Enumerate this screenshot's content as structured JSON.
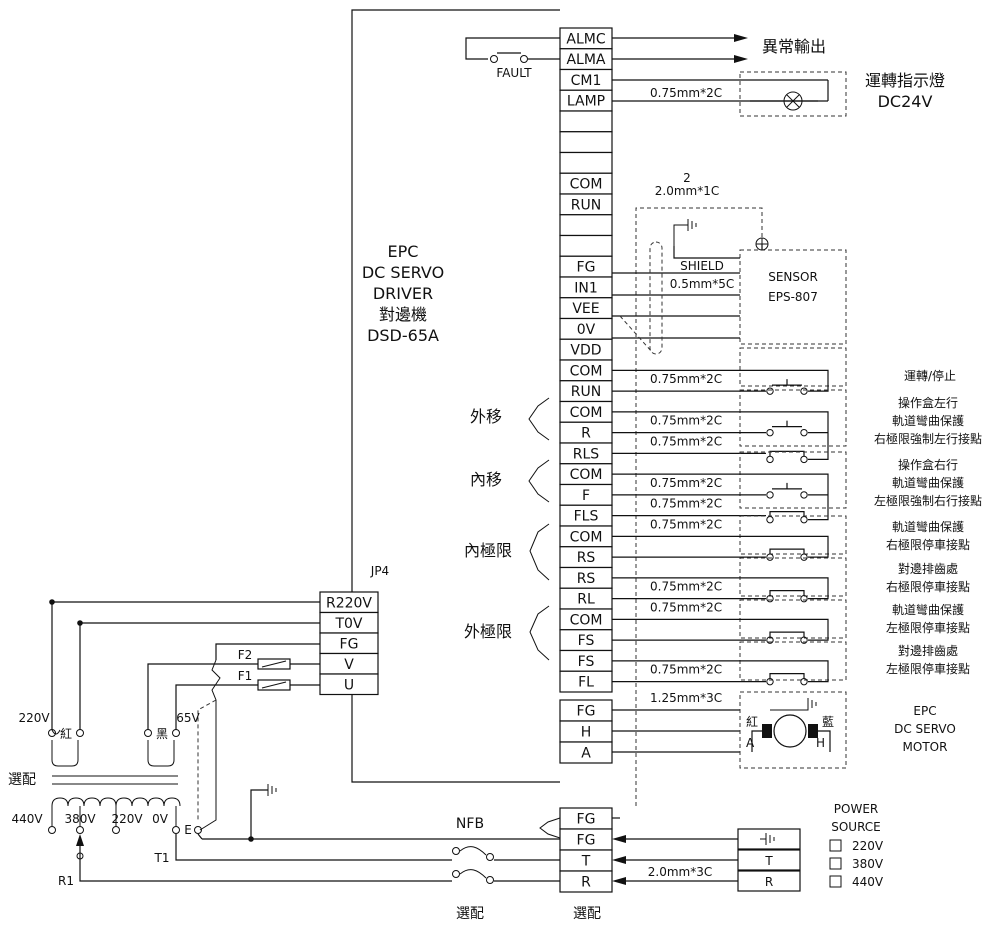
{
  "driver": {
    "lines": [
      "EPC",
      "DC SERVO",
      "DRIVER",
      "對邊機",
      "DSD-65A"
    ],
    "jp4_label": "JP4"
  },
  "terminal_strip_top": [
    "ALMC",
    "ALMA",
    "CM1",
    "LAMP",
    "",
    "",
    "",
    "COM",
    "RUN",
    "",
    "",
    "FG",
    "IN1",
    "VEE",
    "0V",
    "VDD",
    "COM",
    "RUN",
    "COM",
    "R",
    "RLS",
    "COM",
    "F",
    "FLS",
    "COM",
    "RS",
    "RS",
    "RL",
    "COM",
    "FS",
    "FS",
    "FL"
  ],
  "terminal_strip_motor": [
    "FG",
    "H",
    "A"
  ],
  "terminal_strip_power": [
    "FG",
    "FG",
    "T",
    "R"
  ],
  "jp4_terminals": [
    "R220V",
    "T0V",
    "FG",
    "V",
    "U"
  ],
  "labels": {
    "abnormal_output": "異常輸出",
    "fault": "FAULT",
    "lamp_title": "運轉指示燈",
    "lamp_voltage": "DC24V",
    "cable_075_2c": "0.75mm*2C",
    "cable_2_1c": "2.0mm*1C",
    "cable_2_1c_num": "2",
    "shield": "SHIELD",
    "cable_05_5c": "0.5mm*5C",
    "sensor": "SENSOR",
    "sensor_model": "EPS-807",
    "run_stop": "運轉/停止",
    "outer_move": "外移",
    "inner_move": "內移",
    "inner_limit": "內極限",
    "outer_limit": "外極限",
    "cable_125_3c": "1.25mm*3C",
    "cable_20_3c": "2.0mm*3C",
    "motor_lines": [
      "EPC",
      "DC SERVO",
      "MOTOR"
    ],
    "motor_red": "紅",
    "motor_blue": "藍",
    "motor_a": "A",
    "motor_h": "H",
    "nfb": "NFB",
    "optional": "選配",
    "f1": "F1",
    "f2": "F2",
    "v220": "220V",
    "v65": "65V",
    "red": "紅",
    "black": "黑",
    "v440": "440V",
    "v380": "380V",
    "v220b": "220V",
    "v0": "0V",
    "e": "E",
    "t1": "T1",
    "r1": "R1",
    "src_t": "T",
    "src_r": "R",
    "power_source": [
      "POWER",
      "SOURCE"
    ],
    "source_options": [
      "220V",
      "380V",
      "440V"
    ]
  },
  "right_notes": [
    [
      "操作盒左行",
      "軌道彎曲保護",
      "右極限強制左行接點"
    ],
    [
      "操作盒右行",
      "軌道彎曲保護",
      "左極限強制右行接點"
    ],
    [
      "軌道彎曲保護",
      "右極限停車接點"
    ],
    [
      "對邊排齒處",
      "右極限停車接點"
    ],
    [
      "軌道彎曲保護",
      "左極限停車接點"
    ],
    [
      "對邊排齒處",
      "左極限停車接點"
    ]
  ]
}
